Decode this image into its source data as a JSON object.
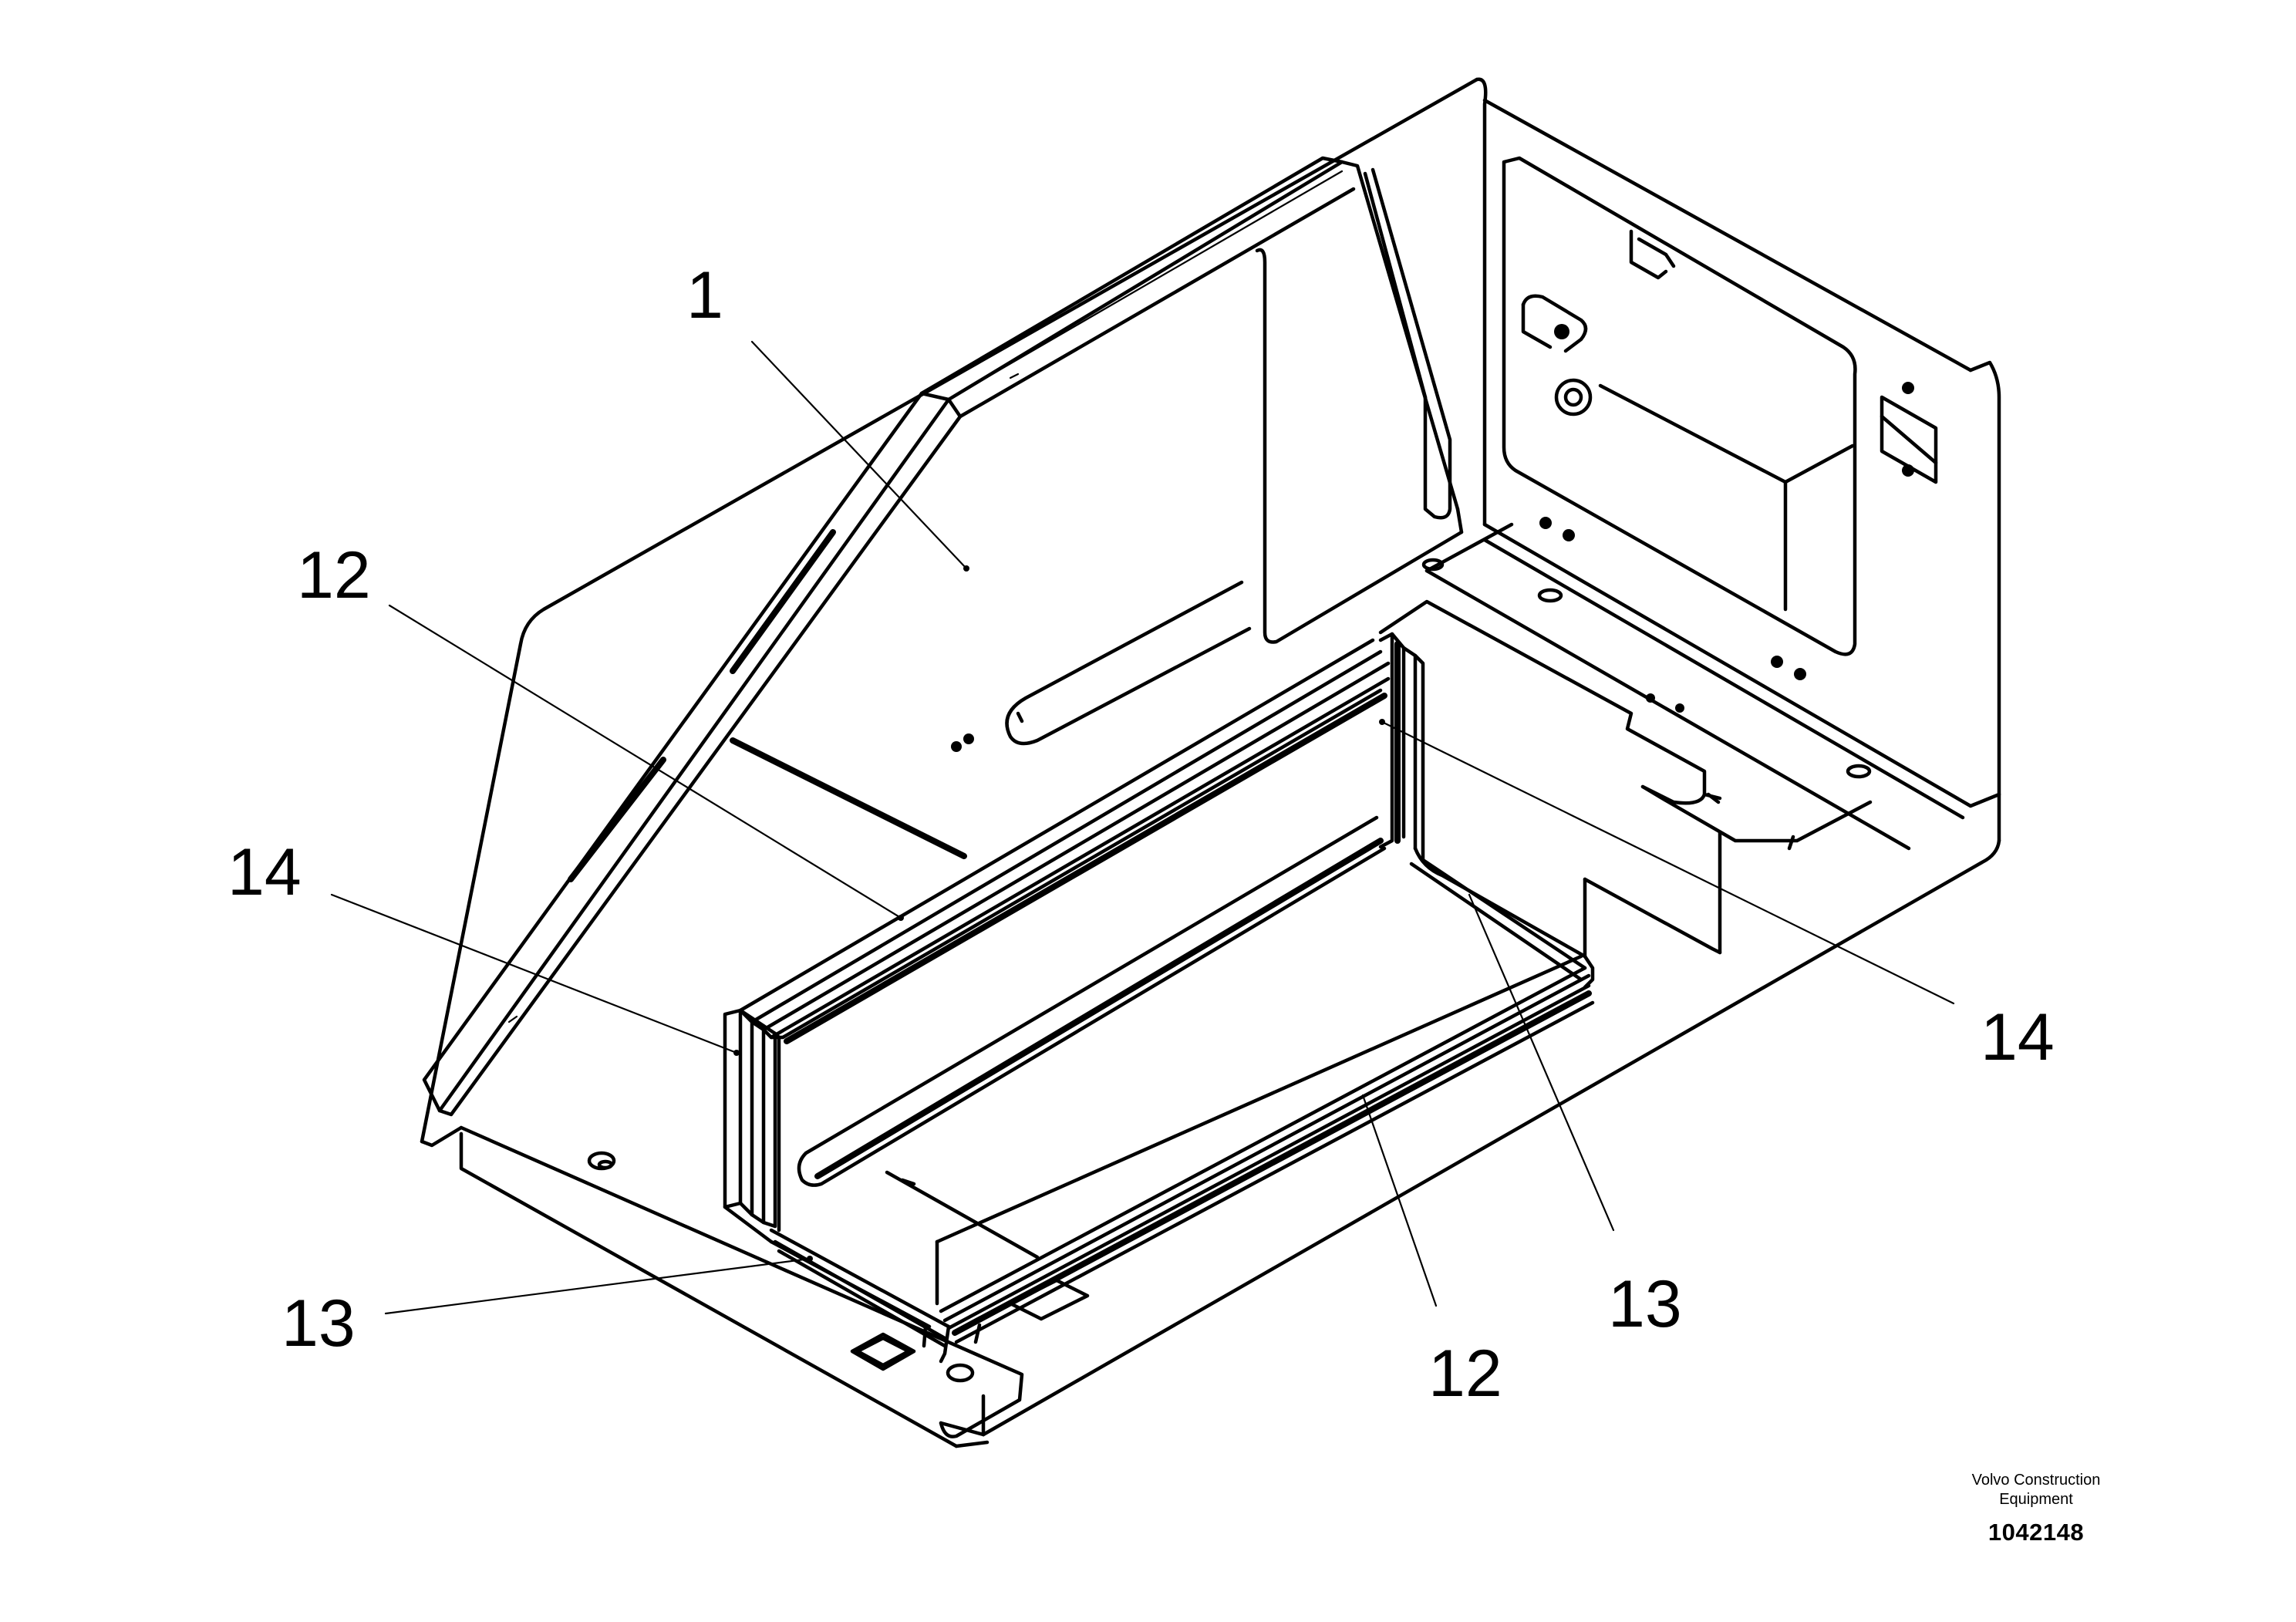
{
  "callouts": {
    "part_1": "1",
    "part_12_top": "12",
    "part_14_left": "14",
    "part_13_left": "13",
    "part_12_bottom": "12",
    "part_13_right": "13",
    "part_14_right": "14"
  },
  "footer": {
    "maker_line1": "Volvo Construction",
    "maker_line2": "Equipment",
    "drawing_number": "1042148"
  },
  "colors": {
    "line": "#000000",
    "background": "#ffffff"
  }
}
